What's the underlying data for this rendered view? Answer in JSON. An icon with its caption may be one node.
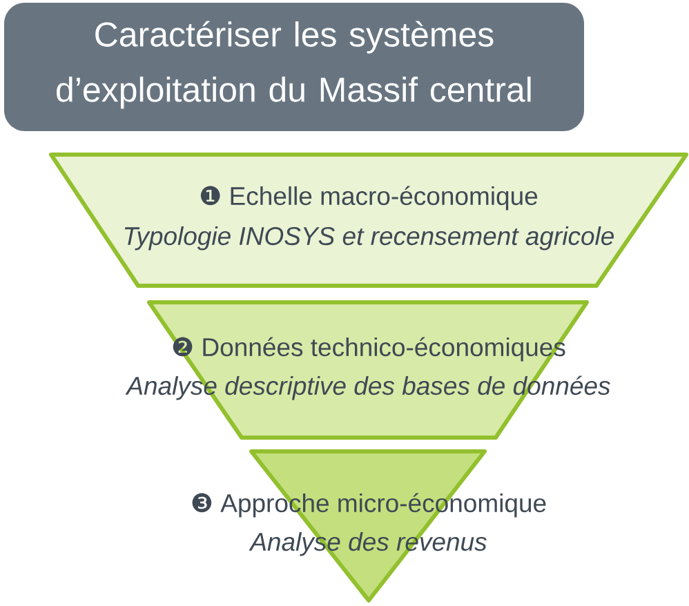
{
  "diagram": {
    "nodes": [
      {
        "text": [
          "Caractériser les systèmes d’exploitation du Massif central"
        ]
      },
      {
        "text": [
          "❶ Echelle macro-économique",
          "Typologie INOSYS et recensement agricole"
        ]
      },
      {
        "text": [
          "❷ Données technico-économiques",
          "Analyse descriptive des bases de données"
        ]
      },
      {
        "text": [
          "❸ Approche micro-économique",
          "Analyse des revenus"
        ]
      }
    ]
  }
}
